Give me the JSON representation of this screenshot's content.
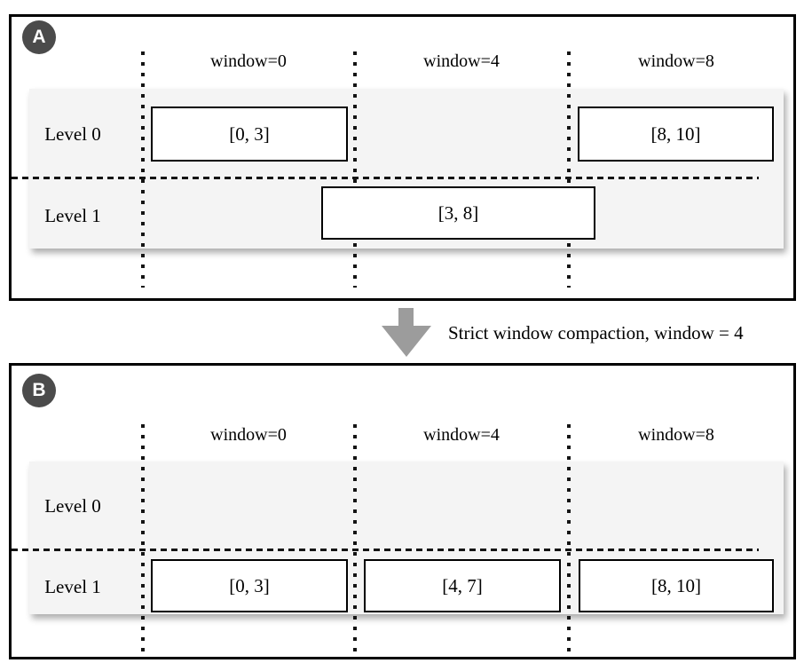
{
  "figure": {
    "panels": [
      {
        "badge": "A",
        "columns": [
          "window=0",
          "window=4",
          "window=8"
        ],
        "rows": [
          {
            "label": "Level 0",
            "boxes": [
              {
                "range": "[0, 3]"
              },
              {
                "range": "[8, 10]"
              }
            ]
          },
          {
            "label": "Level 1",
            "boxes": [
              {
                "range": "[3, 8]"
              }
            ]
          }
        ]
      },
      {
        "badge": "B",
        "columns": [
          "window=0",
          "window=4",
          "window=8"
        ],
        "rows": [
          {
            "label": "Level 0",
            "boxes": []
          },
          {
            "label": "Level 1",
            "boxes": [
              {
                "range": "[0, 3]"
              },
              {
                "range": "[4, 7]"
              },
              {
                "range": "[8, 10]"
              }
            ]
          }
        ]
      }
    ],
    "transition": {
      "label": "Strict window compaction, window = 4"
    },
    "colors": {
      "badge_bg": "#4b4b4b",
      "badge_text": "#ffffff",
      "row_band": "#f4f4f4",
      "arrow": "#9c9c9c",
      "line": "#141414"
    }
  }
}
